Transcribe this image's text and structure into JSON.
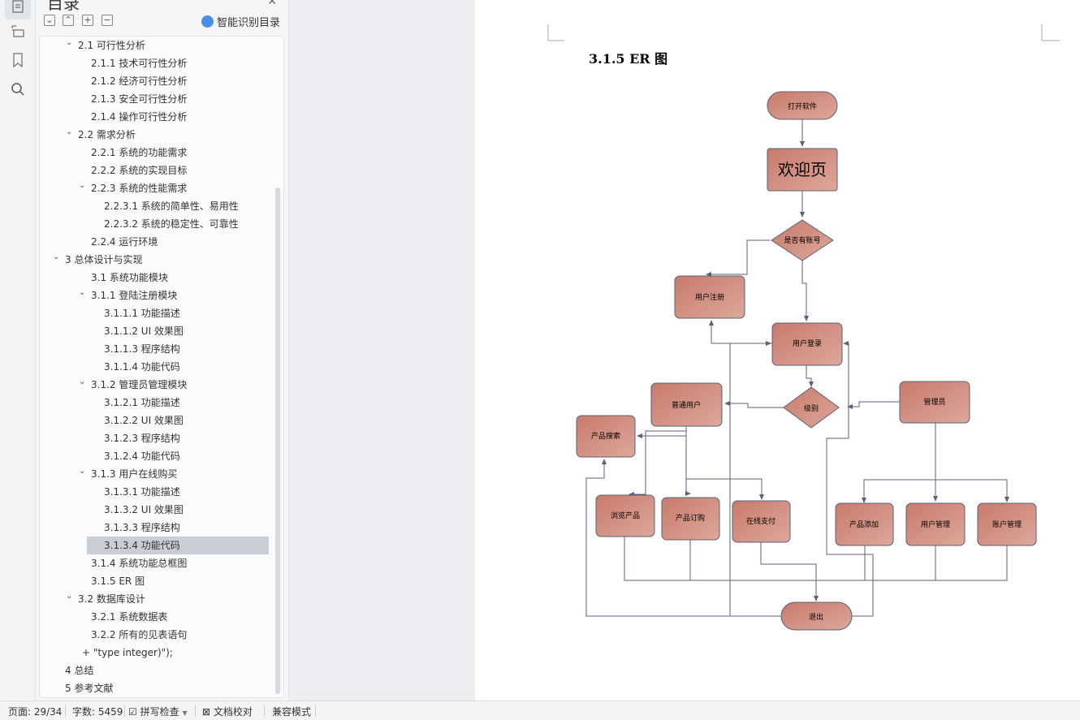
{
  "toc": {
    "title": "目录",
    "smart_label": "智能识别目录",
    "items": [
      {
        "label": "2.1  可行性分析",
        "level": 2,
        "chev": true
      },
      {
        "label": "2.1.1  技术可行性分析",
        "level": 3
      },
      {
        "label": "2.1.2  经济可行性分析",
        "level": 3
      },
      {
        "label": "2.1.3  安全可行性分析",
        "level": 3
      },
      {
        "label": "2.1.4  操作可行性分析",
        "level": 3
      },
      {
        "label": "2.2  需求分析",
        "level": 2,
        "chev": true
      },
      {
        "label": "2.2.1  系统的功能需求",
        "level": 3
      },
      {
        "label": "2.2.2  系统的实现目标",
        "level": 3
      },
      {
        "label": "2.2.3  系统的性能需求",
        "level": 3,
        "chev": true
      },
      {
        "label": "2.2.3.1  系统的简单性、易用性",
        "level": 4
      },
      {
        "label": "2.2.3.2  系统的稳定性、可靠性",
        "level": 4
      },
      {
        "label": "2.2.4  运行环境",
        "level": 3
      },
      {
        "label": "3  总体设计与实现",
        "level": 1,
        "chev": true
      },
      {
        "label": "3.1  系统功能模块",
        "level": 3
      },
      {
        "label": "3.1.1 登陆注册模块",
        "level": 3,
        "chev": true
      },
      {
        "label": "3.1.1.1  功能描述",
        "level": 4
      },
      {
        "label": "3.1.1.2 UI 效果图",
        "level": 4
      },
      {
        "label": "3.1.1.3  程序结构",
        "level": 4
      },
      {
        "label": "3.1.1.4  功能代码",
        "level": 4
      },
      {
        "label": "3.1.2 管理员管理模块",
        "level": 3,
        "chev": true
      },
      {
        "label": "3.1.2.1  功能描述",
        "level": 4
      },
      {
        "label": "3.1.2.2 UI 效果图",
        "level": 4
      },
      {
        "label": "3.1.2.3  程序结构",
        "level": 4
      },
      {
        "label": "3.1.2.4  功能代码",
        "level": 4
      },
      {
        "label": "3.1.3 用户在线购买",
        "level": 3,
        "chev": true
      },
      {
        "label": "3.1.3.1  功能描述",
        "level": 4
      },
      {
        "label": "3.1.3.2 UI 效果图",
        "level": 4
      },
      {
        "label": "3.1.3.3  程序结构",
        "level": 4
      },
      {
        "label": "3.1.3.4  功能代码",
        "level": 4,
        "selected": true
      },
      {
        "label": "3.1.4  系统功能总框图",
        "level": 3
      },
      {
        "label": "3.1.5 ER 图",
        "level": 3
      },
      {
        "label": "3.2  数据库设计",
        "level": 2,
        "chev": true
      },
      {
        "label": "3.2.1  系统数据表",
        "level": 3
      },
      {
        "label": "3.2.2 所有的见表语句",
        "level": 3
      },
      {
        "label": "+  \"type integer)\");",
        "level": 2.4
      },
      {
        "label": "4  总结",
        "level": 1
      },
      {
        "label": "5 参考文献",
        "level": 1
      }
    ]
  },
  "document": {
    "heading": "3.1.5 ER 图",
    "nodes": {
      "open": "打开软件",
      "welcome": "欢迎页",
      "has_account": "是否有账号",
      "register": "用户注册",
      "login": "用户登录",
      "level": "级别",
      "normal_user": "普通用户",
      "admin": "管理员",
      "search": "产品搜索",
      "browse": "浏览产品",
      "order": "产品订购",
      "pay": "在线支付",
      "add": "产品添加",
      "user_mgmt": "用户管理",
      "account_mgmt": "账户管理",
      "exit": "退出"
    }
  },
  "status": {
    "page": "页面: 29/34",
    "words": "字数: 5459",
    "spell": "拼写检查",
    "proof": "文档校对",
    "compat": "兼容模式"
  }
}
